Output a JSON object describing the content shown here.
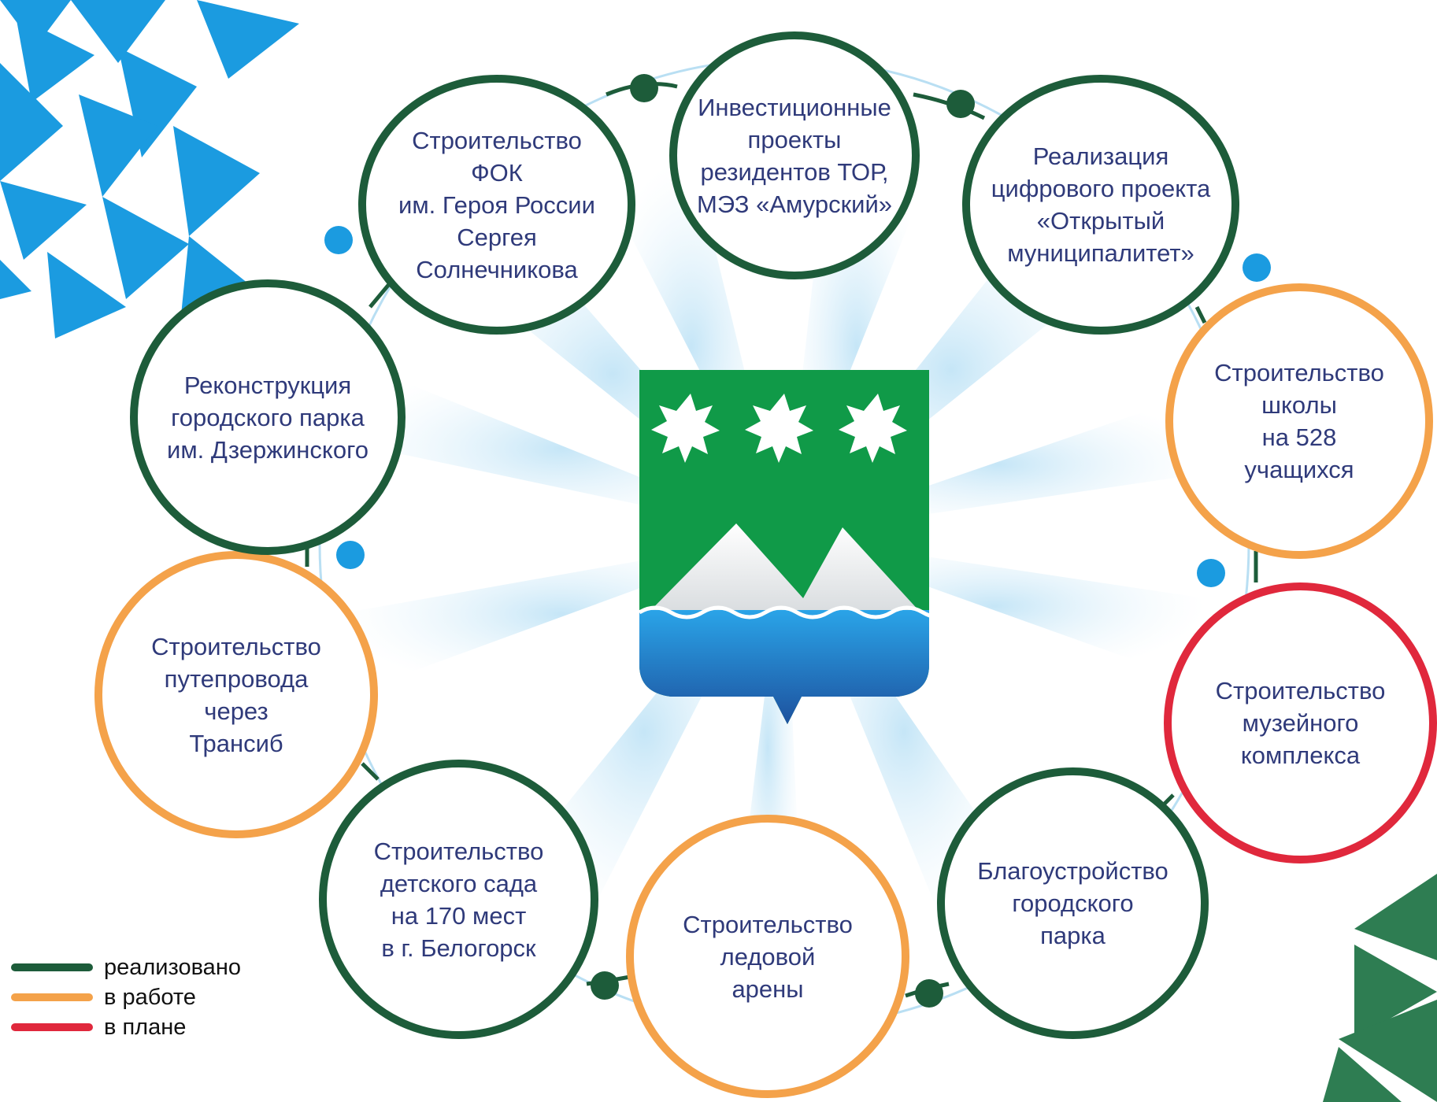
{
  "colors": {
    "done": "#1d5c3a",
    "in_progress": "#f4a24a",
    "planned": "#e0283c",
    "text": "#2f3a7a",
    "accent_blue": "#1b9be0"
  },
  "nodes": [
    {
      "id": "fok",
      "status": "done",
      "label": "Строительство\nФОК\nим. Героя России\nСергея\nСолнечникова"
    },
    {
      "id": "invest",
      "status": "done",
      "label": "Инвестиционные\nпроекты\nрезидентов ТОР,\nМЭЗ «Амурский»"
    },
    {
      "id": "digital",
      "status": "done",
      "label": "Реализация\nцифрового проекта\n«Открытый\nмуниципалитет»"
    },
    {
      "id": "school",
      "status": "work",
      "label": "Строительство\nшколы\nна 528\nучащихся"
    },
    {
      "id": "museum",
      "status": "plan",
      "label": "Строительство\nмузейного\nкомплекса"
    },
    {
      "id": "park2",
      "status": "done",
      "label": "Благоустройство\nгородского\nпарка"
    },
    {
      "id": "ice",
      "status": "work",
      "label": "Строительство\nледовой\nарены"
    },
    {
      "id": "kinder",
      "status": "done",
      "label": "Строительство\nдетского сада\nна 170 мест\nв г. Белогорск"
    },
    {
      "id": "overpass",
      "status": "work",
      "label": "Строительство\nпутепровода\nчерез\nТрансиб"
    },
    {
      "id": "park1",
      "status": "done",
      "label": "Реконструкция\nгородского парка\nим. Дзержинского"
    }
  ],
  "legend": [
    {
      "status": "done",
      "label": "реализовано"
    },
    {
      "status": "work",
      "label": "в работе"
    },
    {
      "status": "plan",
      "label": "в плане"
    }
  ],
  "emblem": {
    "name": "city-coat-of-arms",
    "stars": 3
  }
}
